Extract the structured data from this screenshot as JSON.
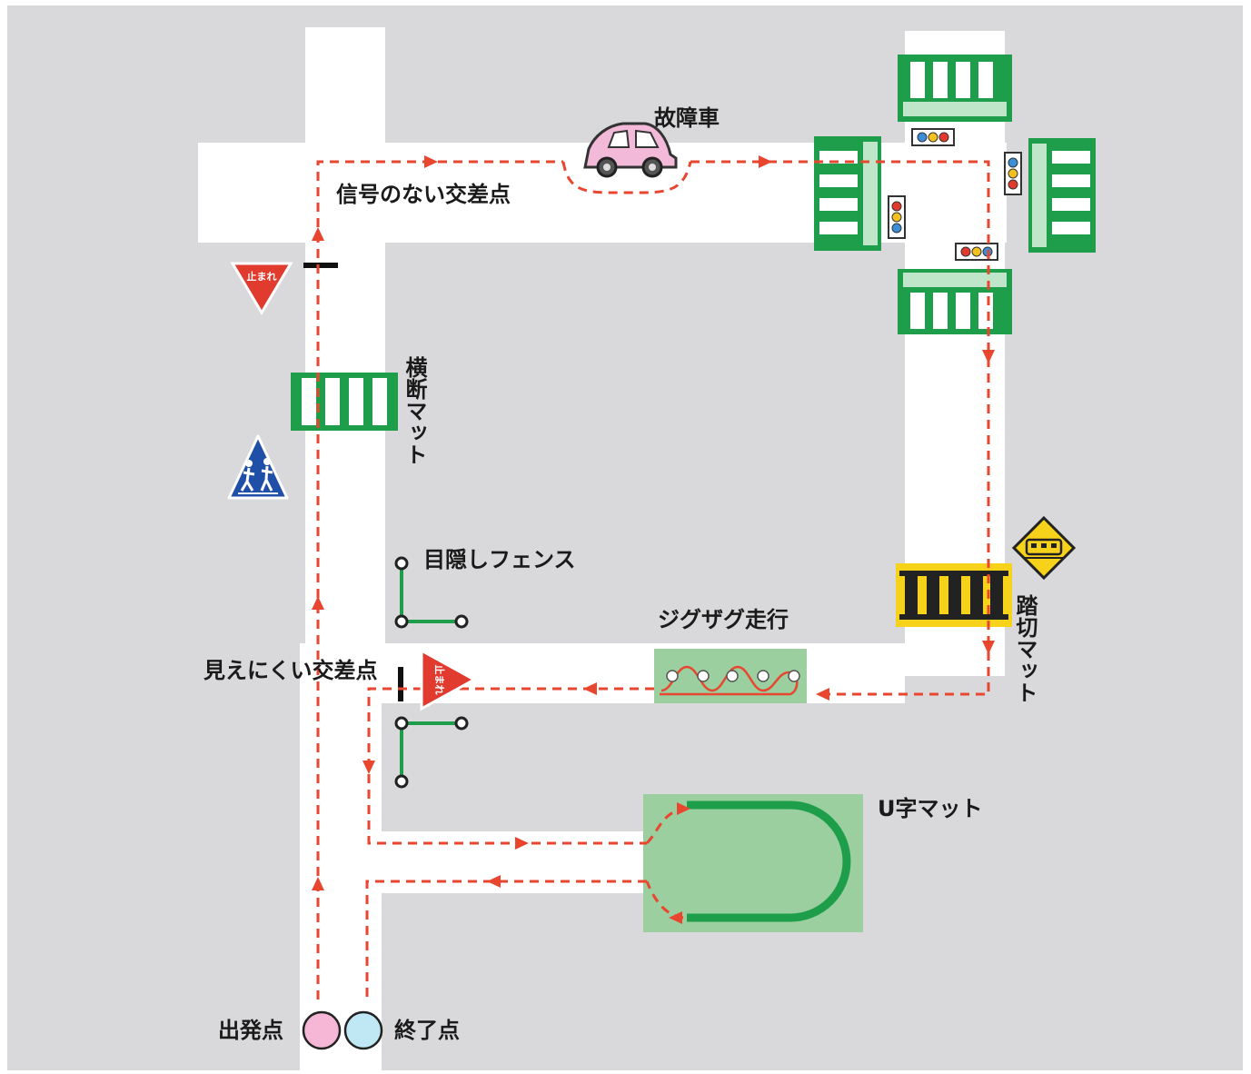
{
  "labels": {
    "broken_car": "故障車",
    "unsignaled_intersection": "信号のない交差点",
    "crosswalk_mat": "横断マット",
    "blind_fence": "目隠しフェンス",
    "zigzag": "ジグザグ走行",
    "hidden_intersection": "見えにくい交差点",
    "railroad_mat": "踏切マット",
    "u_mat": "U字マット",
    "start": "出発点",
    "finish": "終了点",
    "stop_sign_text": "止まれ"
  },
  "colors": {
    "background": "#d9d9db",
    "road": "#ffffff",
    "route": "#e8462f",
    "mat_green": "#1e9e4a",
    "mat_light_green": "#9bcf9f",
    "rail_yellow": "#f6d21a",
    "stop_red": "#e03b2e",
    "ped_blue": "#1f4fa6",
    "start_pink": "#f6b6d6",
    "finish_cyan": "#bfe8f4",
    "car_pink": "#f3b9d8"
  },
  "icons": {
    "car": "car-icon",
    "stop_sign": "stop-sign-icon",
    "pedestrian_sign": "pedestrian-crossing-sign-icon",
    "railroad_sign": "railroad-crossing-sign-icon",
    "traffic_light": "traffic-light-icon"
  }
}
